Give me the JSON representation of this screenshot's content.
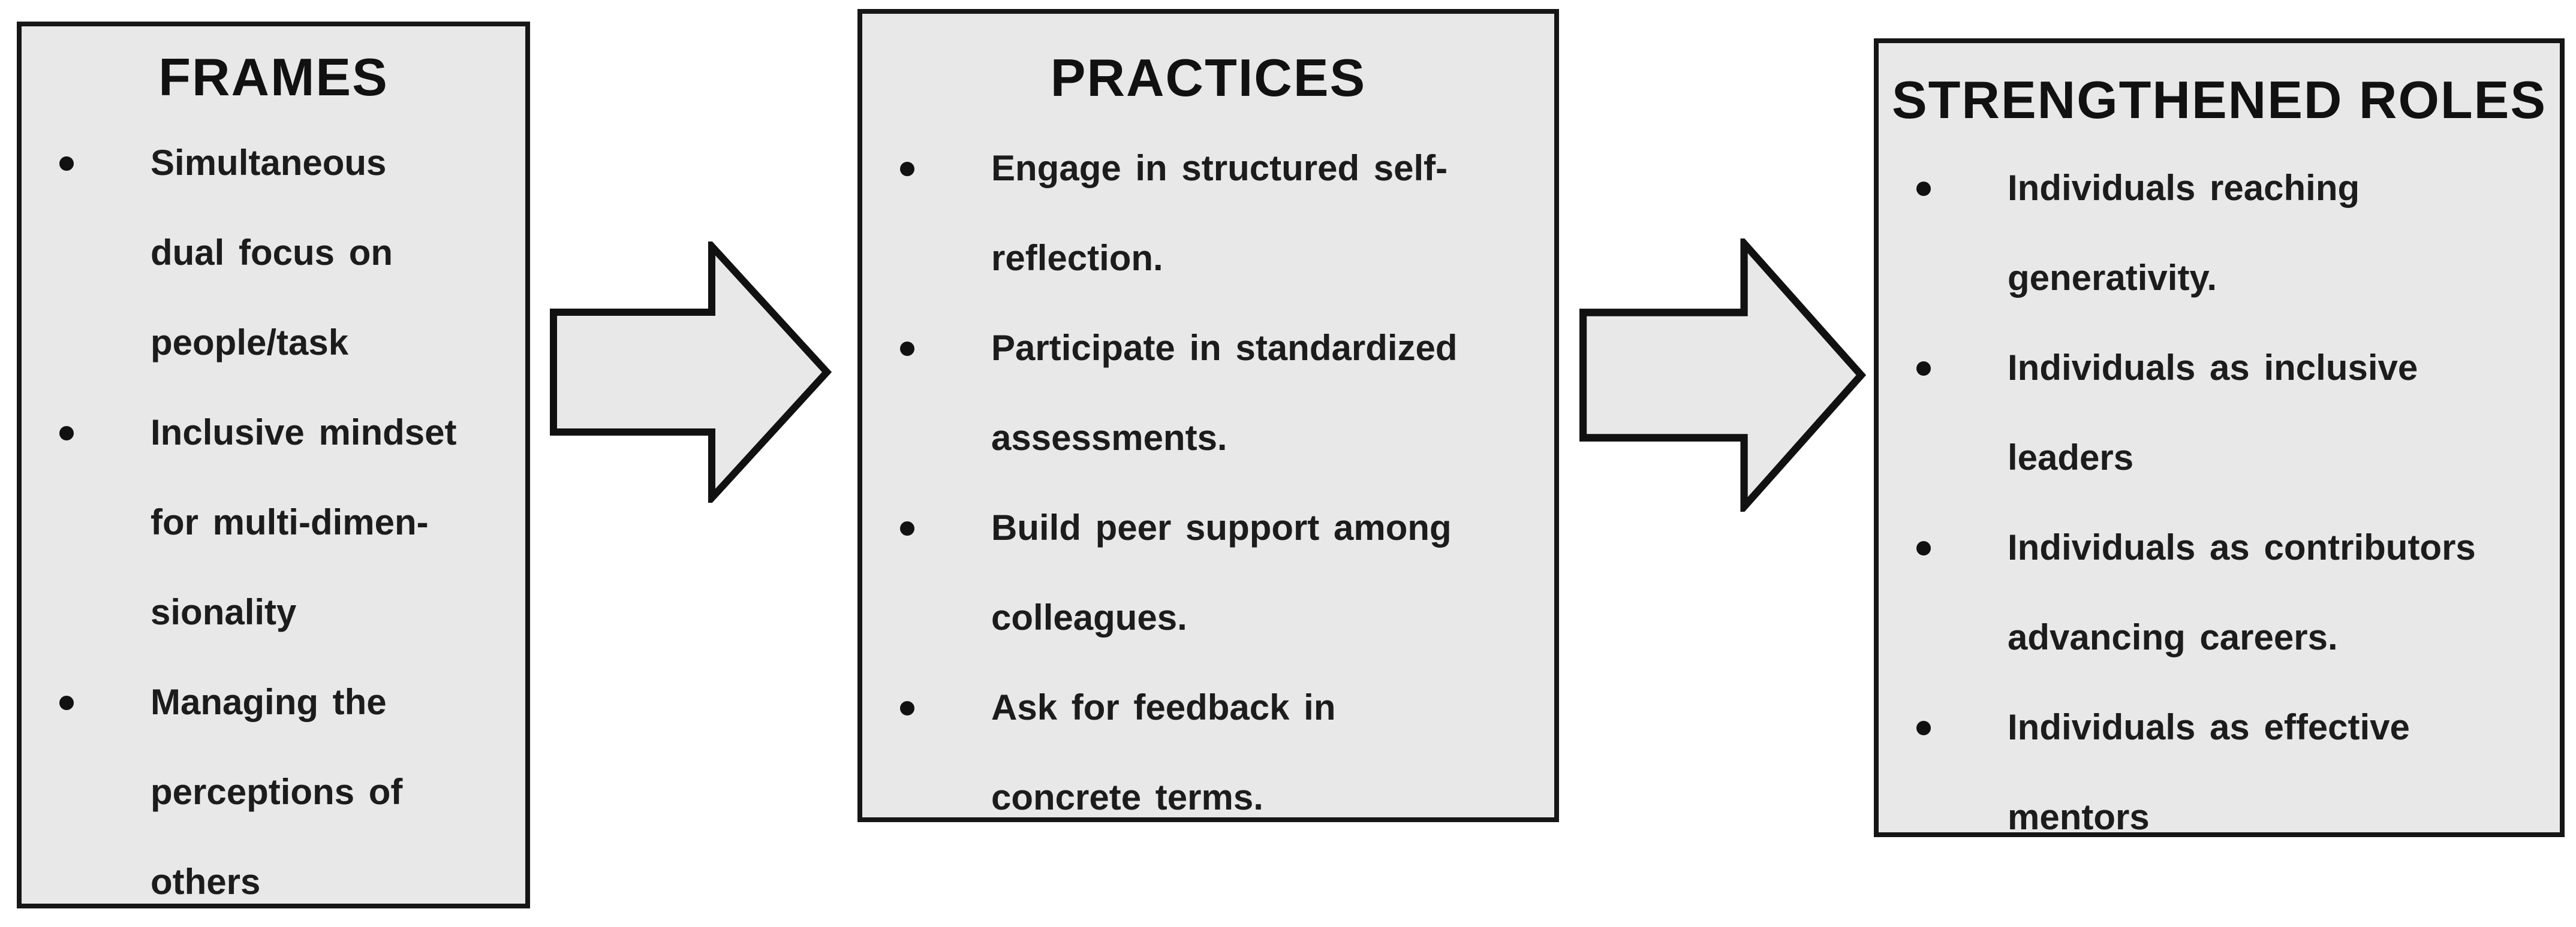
{
  "diagram": {
    "description": "Three-stage flow diagram connected by right block arrows",
    "colors": {
      "background": "#ffffff",
      "box_fill": "#e8e8e8",
      "box_border": "#161616",
      "arrow_fill": "#e8e8e8",
      "arrow_border": "#111111",
      "text": "#1c1c1c"
    },
    "boxes": [
      {
        "id": "frames",
        "title": "FRAMES",
        "bullets": [
          {
            "lines": [
              "Simultaneous",
              "dual focus on",
              "people/task"
            ]
          },
          {
            "lines": [
              "Inclusive mindset",
              "for multi-dimen-",
              "sionality"
            ]
          },
          {
            "lines": [
              "Managing the",
              "perceptions of",
              "others"
            ]
          }
        ]
      },
      {
        "id": "practices",
        "title": "PRACTICES",
        "bullets": [
          {
            "lines": [
              "Engage in structured self-",
              "reflection."
            ]
          },
          {
            "lines": [
              "Participate in standardized",
              "assessments."
            ]
          },
          {
            "lines": [
              "Build peer support among",
              "colleagues."
            ]
          },
          {
            "lines": [
              "Ask for feedback in",
              "concrete terms."
            ]
          }
        ]
      },
      {
        "id": "strengthened-roles",
        "title": "STRENGTHENED ROLES",
        "bullets": [
          {
            "lines": [
              "Individuals reaching",
              "generativity."
            ]
          },
          {
            "lines": [
              "Individuals as inclusive",
              "leaders"
            ]
          },
          {
            "lines": [
              "Individuals as contributors",
              "advancing careers."
            ]
          },
          {
            "lines": [
              "Individuals as effective",
              "mentors"
            ]
          }
        ]
      }
    ],
    "arrows": [
      {
        "name": "arrow-frames-to-practices",
        "direction": "right"
      },
      {
        "name": "arrow-practices-to-roles",
        "direction": "right"
      }
    ]
  }
}
